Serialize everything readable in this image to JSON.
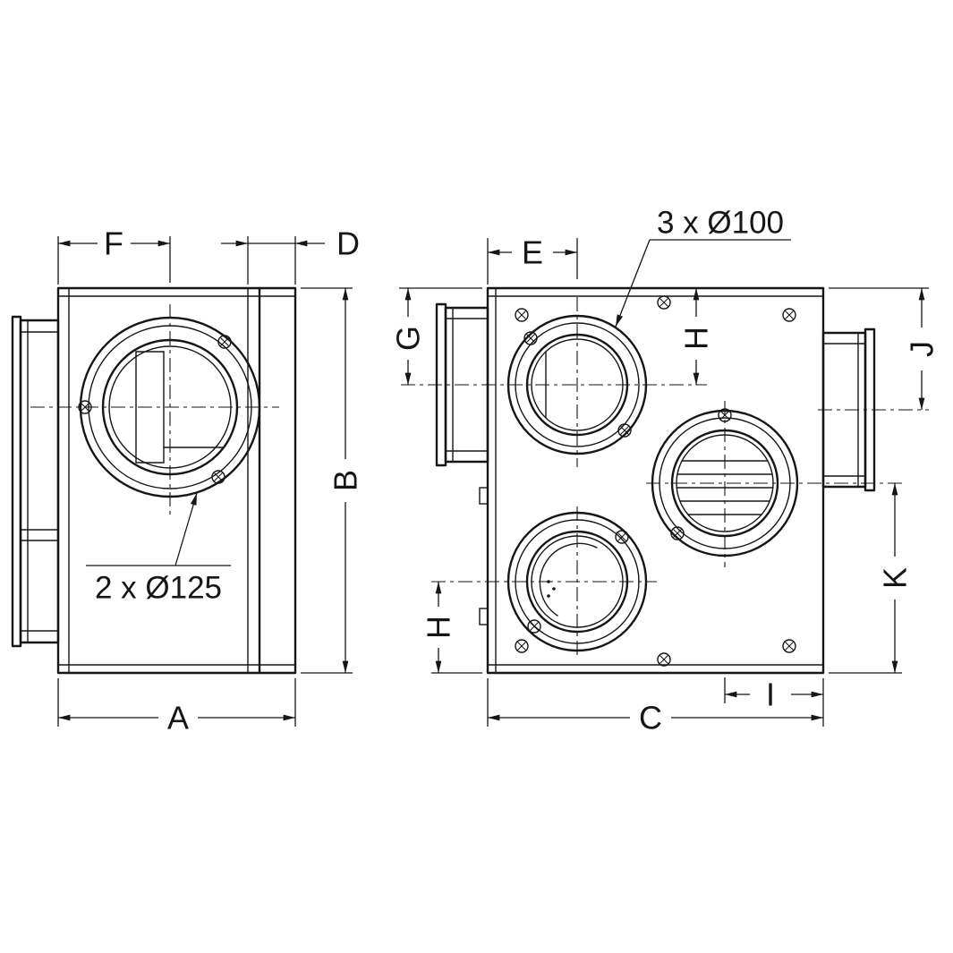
{
  "drawing": {
    "background": "#ffffff",
    "line_color": "#161616",
    "views": {
      "side": {
        "callout": "2 x Ø125",
        "dims": {
          "F": "F",
          "D": "D",
          "B": "B",
          "A": "A"
        }
      },
      "front": {
        "callout": "3 x Ø100",
        "dims": {
          "E": "E",
          "G": "G",
          "H_top": "H",
          "J": "J",
          "K": "K",
          "H_bottom": "H",
          "I": "I",
          "C": "C"
        }
      }
    }
  }
}
